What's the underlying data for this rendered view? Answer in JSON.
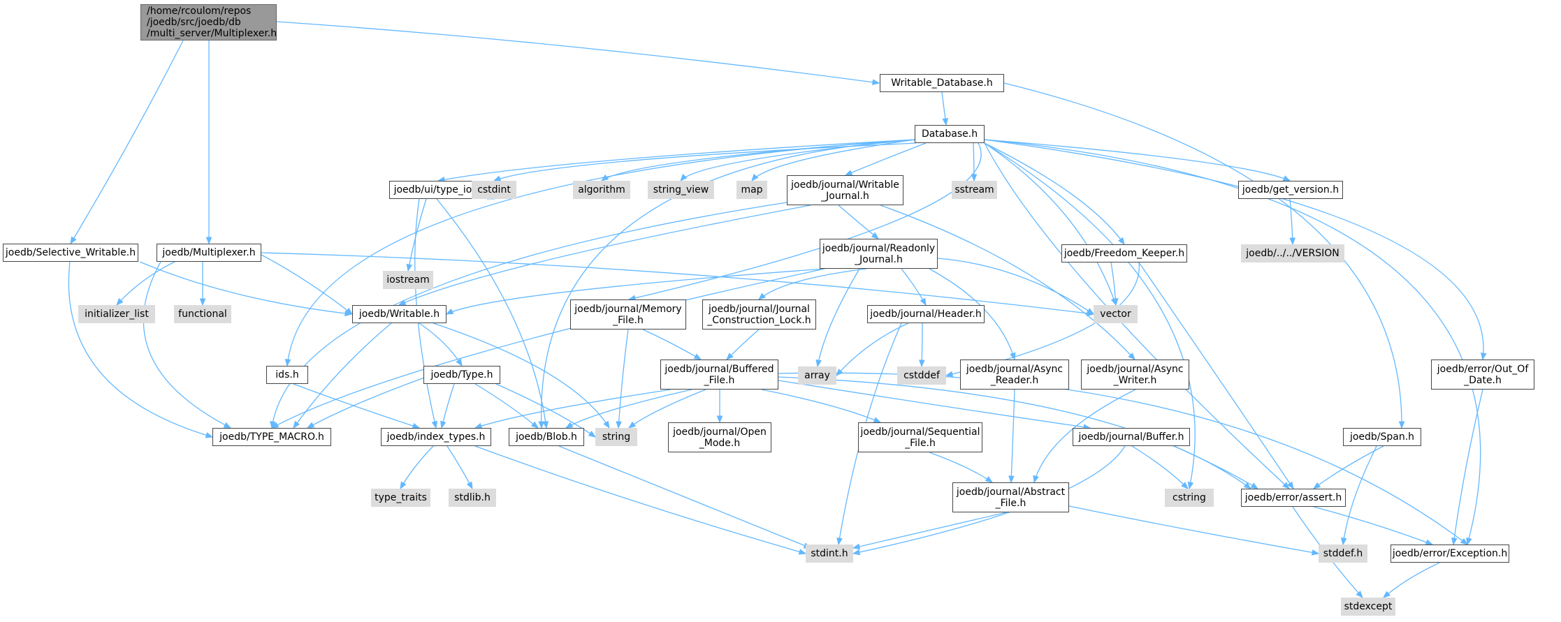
{
  "colors": {
    "edge": "#63b8ff",
    "root_fill": "#999999",
    "file_border": "#444444",
    "system_fill": "#dcdcdc"
  },
  "nodes": {
    "root": "/home/rcoulom/repos\n/joedb/src/joedb/db\n/multi_server/Multiplexer.h",
    "writable_database": "Writable_Database.h",
    "database": "Database.h",
    "selective_writable": "joedb/Selective_Writable.h",
    "multiplexer": "joedb/Multiplexer.h",
    "type_io": "joedb/ui/type_io.h",
    "algorithm": "algorithm",
    "string_view": "string_view",
    "map": "map",
    "writable_journal": "joedb/journal/Writable\n_Journal.h",
    "sstream": "sstream",
    "get_version": "joedb/get_version.h",
    "version": "joedb/../../VERSION",
    "iostream": "iostream",
    "cstdint": "cstdint",
    "readonly_journal": "joedb/journal/Readonly\n_Journal.h",
    "freedom_keeper": "joedb/Freedom_Keeper.h",
    "initializer_list": "initializer_list",
    "functional": "functional",
    "writable": "joedb/Writable.h",
    "memory_file": "joedb/journal/Memory\n_File.h",
    "construction_lock": "joedb/journal/Journal\n_Construction_Lock.h",
    "header": "joedb/journal/Header.h",
    "vector": "vector",
    "ids": "ids.h",
    "type": "joedb/Type.h",
    "buffered_file": "joedb/journal/Buffered\n_File.h",
    "array": "array",
    "cstddef": "cstddef",
    "async_reader": "joedb/journal/Async\n_Reader.h",
    "async_writer": "joedb/journal/Async\n_Writer.h",
    "out_of_date": "joedb/error/Out_Of\n_Date.h",
    "type_macro": "joedb/TYPE_MACRO.h",
    "index_types": "joedb/index_types.h",
    "blob": "joedb/Blob.h",
    "string": "string",
    "open_mode": "joedb/journal/Open\n_Mode.h",
    "sequential_file": "joedb/journal/Sequential\n_File.h",
    "buffer": "joedb/journal/Buffer.h",
    "span": "joedb/Span.h",
    "type_traits": "type_traits",
    "stdlib": "stdlib.h",
    "cstring": "cstring",
    "assert": "joedb/error/assert.h",
    "abstract_file": "joedb/journal/Abstract\n_File.h",
    "stddef": "stddef.h",
    "exception": "joedb/error/Exception.h",
    "stdint": "stdint.h",
    "stdexcept": "stdexcept"
  }
}
